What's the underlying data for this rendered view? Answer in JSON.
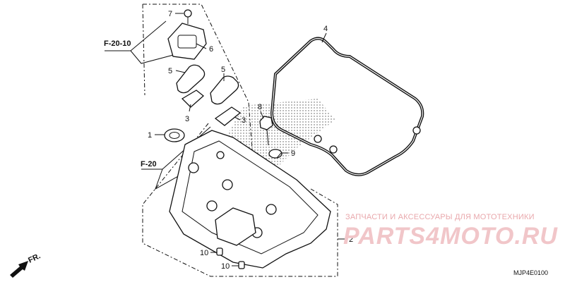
{
  "callouts": {
    "c1": "1",
    "c2": "2",
    "c3a": "3",
    "c3b": "3",
    "c4": "4",
    "c5a": "5",
    "c5b": "5",
    "c6": "6",
    "c7": "7",
    "c8": "8",
    "c9": "9",
    "c10a": "10",
    "c10b": "10"
  },
  "references": {
    "ref_a": "F-20-10",
    "ref_b": "F-20"
  },
  "direction": {
    "label": "FR."
  },
  "diagram_code": "MJP4E0100",
  "watermark": {
    "tagline": "ЗАПЧАСТИ И АКСЕССУАРЫ ДЛЯ МОТОТЕХНИКИ",
    "brand": "PARTS4MOTO.RU"
  },
  "colors": {
    "line": "#111111",
    "watermark": "#e9a8ac"
  }
}
